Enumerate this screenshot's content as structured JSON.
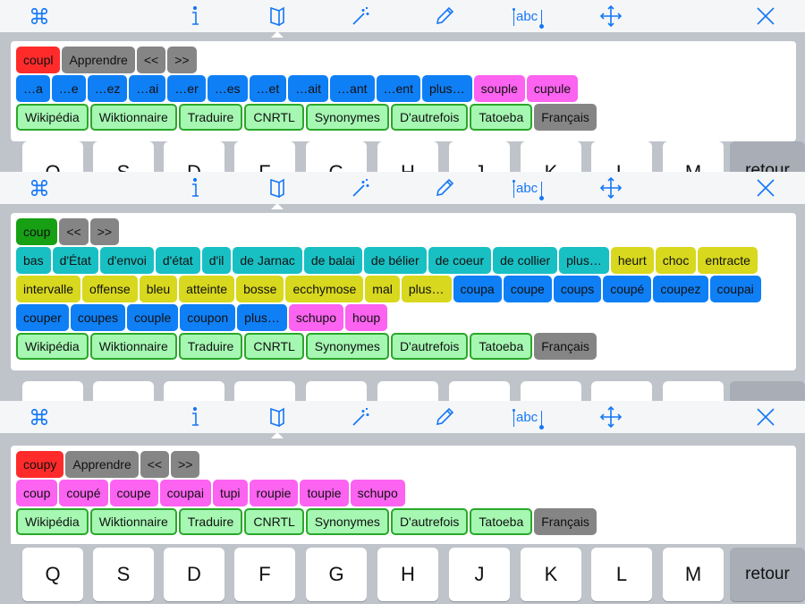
{
  "colors": {
    "accent": "#1477f6",
    "red": "#ff2b2b",
    "gray": "#858585",
    "green": "#18a015",
    "blue": "#0f7ff5",
    "pink": "#fb63f0",
    "teal": "#19c0c3",
    "yellow": "#d8d81e",
    "link_bg": "#a5f7b2",
    "link_border": "#2aa82a"
  },
  "toolbar": {
    "icons": [
      "command-icon",
      "info-icon",
      "book-icon",
      "magic-wand-icon",
      "pencil-icon",
      "abc-select-icon",
      "move-icon",
      "close-icon"
    ],
    "select_label": "abc"
  },
  "panels": [
    {
      "rows": [
        [
          {
            "label": "coupl",
            "color": "red"
          },
          {
            "label": "Apprendre",
            "color": "gray"
          },
          {
            "label": "<<",
            "color": "gray"
          },
          {
            "label": ">>",
            "color": "gray"
          }
        ],
        [
          {
            "label": "…a",
            "color": "blue"
          },
          {
            "label": "…e",
            "color": "blue"
          },
          {
            "label": "…ez",
            "color": "blue"
          },
          {
            "label": "…ai",
            "color": "blue"
          },
          {
            "label": "…er",
            "color": "blue"
          },
          {
            "label": "…es",
            "color": "blue"
          },
          {
            "label": "…et",
            "color": "blue"
          },
          {
            "label": "…ait",
            "color": "blue"
          },
          {
            "label": "…ant",
            "color": "blue"
          },
          {
            "label": "…ent",
            "color": "blue"
          },
          {
            "label": "plus…",
            "color": "blue"
          },
          {
            "label": "souple",
            "color": "pink"
          },
          {
            "label": "cupule",
            "color": "pink"
          }
        ],
        [
          {
            "label": "Wikipédia",
            "color": "link"
          },
          {
            "label": "Wiktionnaire",
            "color": "link"
          },
          {
            "label": "Traduire",
            "color": "link"
          },
          {
            "label": "CNRTL",
            "color": "link"
          },
          {
            "label": "Synonymes",
            "color": "link"
          },
          {
            "label": "D'autrefois",
            "color": "link"
          },
          {
            "label": "Tatoeba",
            "color": "link"
          },
          {
            "label": "Français",
            "color": "lang"
          }
        ]
      ]
    },
    {
      "rows": [
        [
          {
            "label": "coup",
            "color": "green"
          },
          {
            "label": "<<",
            "color": "gray"
          },
          {
            "label": ">>",
            "color": "gray"
          }
        ],
        [
          {
            "label": "bas",
            "color": "teal"
          },
          {
            "label": "d'État",
            "color": "teal"
          },
          {
            "label": "d'envoi",
            "color": "teal"
          },
          {
            "label": "d'état",
            "color": "teal"
          },
          {
            "label": "d'il",
            "color": "teal"
          },
          {
            "label": "de Jarnac",
            "color": "teal"
          },
          {
            "label": "de balai",
            "color": "teal"
          },
          {
            "label": "de bélier",
            "color": "teal"
          },
          {
            "label": "de coeur",
            "color": "teal"
          },
          {
            "label": "de collier",
            "color": "teal"
          },
          {
            "label": "plus…",
            "color": "teal"
          },
          {
            "label": "heurt",
            "color": "yellow"
          },
          {
            "label": "choc",
            "color": "yellow"
          },
          {
            "label": "entracte",
            "color": "yellow"
          }
        ],
        [
          {
            "label": "intervalle",
            "color": "yellow"
          },
          {
            "label": "offense",
            "color": "yellow"
          },
          {
            "label": "bleu",
            "color": "yellow"
          },
          {
            "label": "atteinte",
            "color": "yellow"
          },
          {
            "label": "bosse",
            "color": "yellow"
          },
          {
            "label": "ecchymose",
            "color": "yellow"
          },
          {
            "label": "mal",
            "color": "yellow"
          },
          {
            "label": "plus…",
            "color": "yellow"
          },
          {
            "label": "coupa",
            "color": "blue"
          },
          {
            "label": "coupe",
            "color": "blue"
          },
          {
            "label": "coups",
            "color": "blue"
          },
          {
            "label": "coupé",
            "color": "blue"
          },
          {
            "label": "coupez",
            "color": "blue"
          },
          {
            "label": "coupai",
            "color": "blue"
          }
        ],
        [
          {
            "label": "couper",
            "color": "blue"
          },
          {
            "label": "coupes",
            "color": "blue"
          },
          {
            "label": "couple",
            "color": "blue"
          },
          {
            "label": "coupon",
            "color": "blue"
          },
          {
            "label": "plus…",
            "color": "blue"
          },
          {
            "label": "schupo",
            "color": "pink"
          },
          {
            "label": "houp",
            "color": "pink"
          }
        ],
        [
          {
            "label": "Wikipédia",
            "color": "link"
          },
          {
            "label": "Wiktionnaire",
            "color": "link"
          },
          {
            "label": "Traduire",
            "color": "link"
          },
          {
            "label": "CNRTL",
            "color": "link"
          },
          {
            "label": "Synonymes",
            "color": "link"
          },
          {
            "label": "D'autrefois",
            "color": "link"
          },
          {
            "label": "Tatoeba",
            "color": "link"
          },
          {
            "label": "Français",
            "color": "lang"
          }
        ]
      ]
    },
    {
      "rows": [
        [
          {
            "label": "coupy",
            "color": "red"
          },
          {
            "label": "Apprendre",
            "color": "gray"
          },
          {
            "label": "<<",
            "color": "gray"
          },
          {
            "label": ">>",
            "color": "gray"
          }
        ],
        [
          {
            "label": "coup",
            "color": "pink"
          },
          {
            "label": "coupé",
            "color": "pink"
          },
          {
            "label": "coupe",
            "color": "pink"
          },
          {
            "label": "coupai",
            "color": "pink"
          },
          {
            "label": "tupi",
            "color": "pink"
          },
          {
            "label": "roupie",
            "color": "pink"
          },
          {
            "label": "toupie",
            "color": "pink"
          },
          {
            "label": "schupo",
            "color": "pink"
          }
        ],
        [
          {
            "label": "Wikipédia",
            "color": "link"
          },
          {
            "label": "Wiktionnaire",
            "color": "link"
          },
          {
            "label": "Traduire",
            "color": "link"
          },
          {
            "label": "CNRTL",
            "color": "link"
          },
          {
            "label": "Synonymes",
            "color": "link"
          },
          {
            "label": "D'autrefois",
            "color": "link"
          },
          {
            "label": "Tatoeba",
            "color": "link"
          },
          {
            "label": "Français",
            "color": "lang"
          }
        ]
      ]
    }
  ],
  "keyboard": {
    "row_partial_1": [
      "Q",
      "S",
      "D",
      "F",
      "G",
      "H",
      "J",
      "K",
      "L",
      "M",
      "retour"
    ],
    "row_partial_2": [
      "",
      "",
      "",
      "",
      "",
      "",
      "",
      "?",
      "!",
      ";",
      ""
    ],
    "row_full": [
      "Q",
      "S",
      "D",
      "F",
      "G",
      "H",
      "J",
      "K",
      "L",
      "M",
      "retour"
    ]
  }
}
